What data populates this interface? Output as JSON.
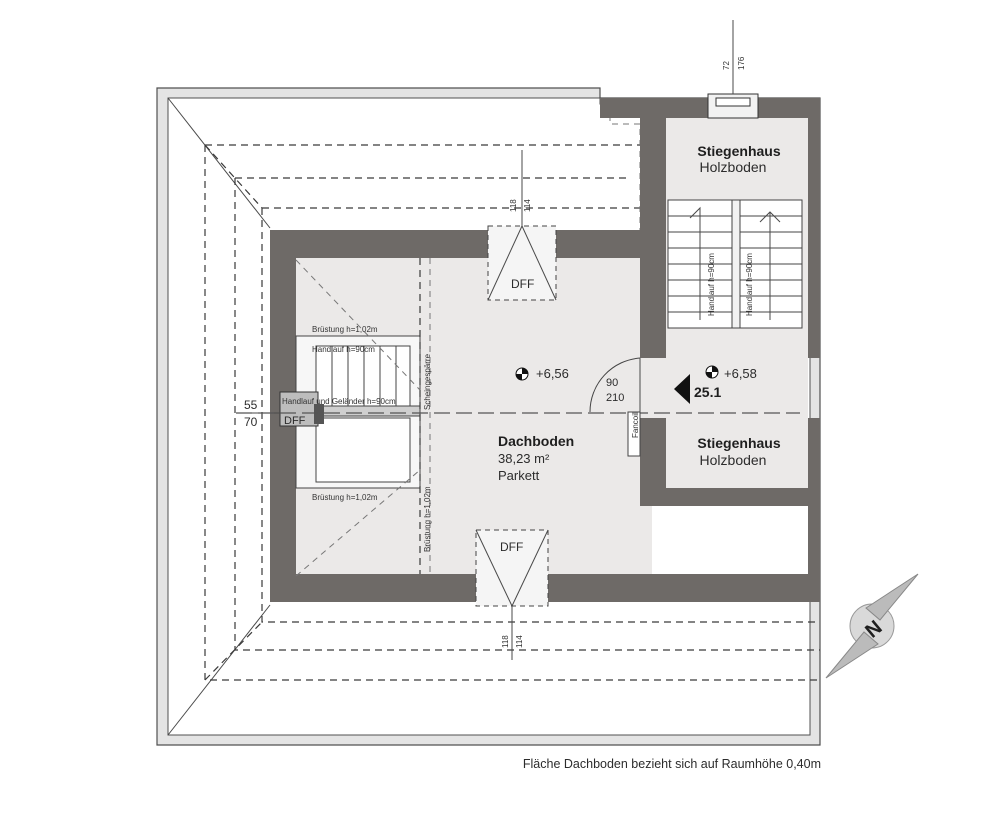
{
  "rooms": {
    "dachboden": {
      "name": "Dachboden",
      "area": "38,23 m²",
      "floor": "Parkett",
      "level": "+6,56"
    },
    "stiegenhaus_top": {
      "name": "Stiegenhaus",
      "floor": "Holzboden"
    },
    "stiegenhaus_bottom": {
      "name": "Stiegenhaus",
      "floor": "Holzboden",
      "level": "+6,58"
    }
  },
  "door": {
    "width": "90",
    "height": "210",
    "label": "Fancoil"
  },
  "section_marker": "25.1",
  "windows": {
    "top": {
      "label": "DFF",
      "dim1": "118",
      "dim2": "114"
    },
    "bottom": {
      "label": "DFF",
      "dim1": "118",
      "dim2": "114"
    },
    "left": {
      "label": "DFF",
      "dim1": "55",
      "dim2": "70"
    }
  },
  "chimney": {
    "dim1": "72",
    "dim2": "176"
  },
  "stair_notes": {
    "bruestung_top": "Brüstung h=1,02m",
    "handlauf": "Handlauf h=90cm",
    "handlauf_gelaender": "Handlauf und Geländer h=90cm",
    "bruestung_bottom": "Brüstung h=1,02m",
    "bruestung_vertical": "Brüstung h=1,02m",
    "scheingesparre": "Scheingespärre",
    "handlauf_right_1": "Handlauf h=90cm",
    "handlauf_right_2": "Handlauf h=90cm"
  },
  "north_label": "N",
  "footnote": "Fläche Dachboden bezieht sich auf Raumhöhe 0,40m",
  "colors": {
    "wall": "#6e6a67",
    "floor": "#ebe9e8",
    "roof": "#e4e4e4"
  }
}
